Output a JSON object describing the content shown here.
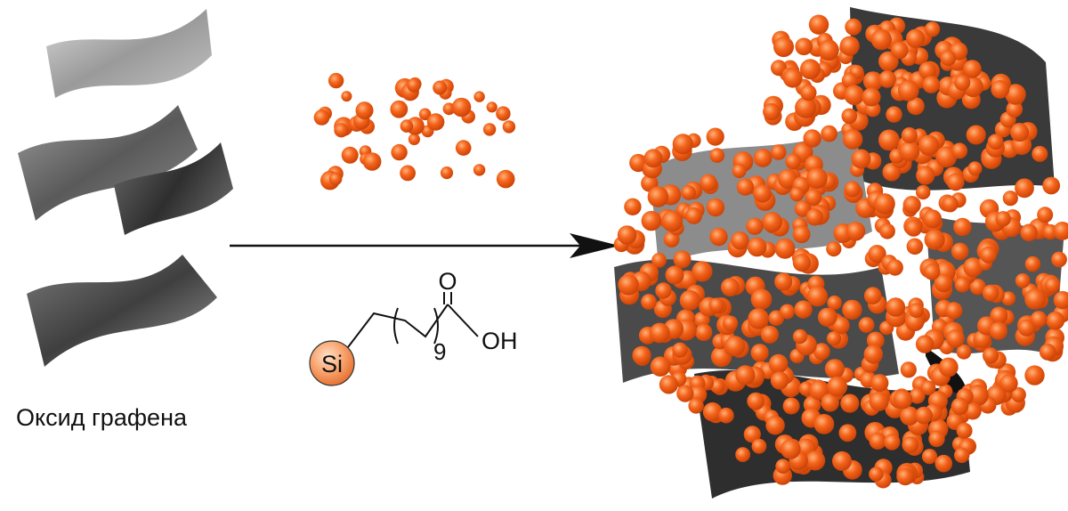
{
  "left_caption": "Оксид графена",
  "molecule": {
    "anchor_label": "Si",
    "repeat_subscript": "9",
    "carbonyl_atom": "O",
    "hydroxyl_group": "OH"
  },
  "colors": {
    "background": "#ffffff",
    "nanoparticle": "#f05a14",
    "nanoparticle_highlight": "#ffb27a",
    "sheet_dark": "#3a3a3a",
    "sheet_light": "#c8c8c8",
    "arrow": "#111111"
  },
  "icons": [
    "graphene-sheet-icon",
    "nanoparticle-icon",
    "composite-icon",
    "reaction-arrow-icon"
  ]
}
